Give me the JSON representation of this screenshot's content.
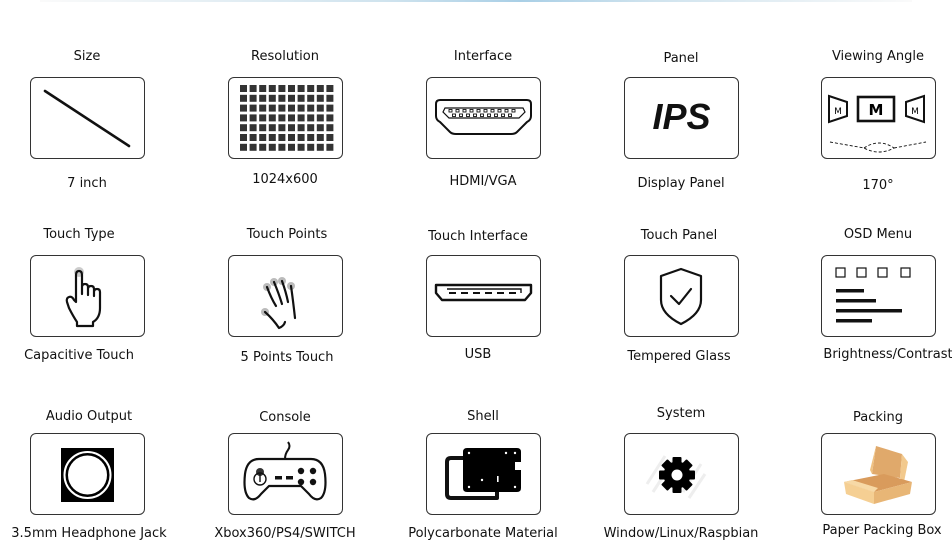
{
  "colors": {
    "border": "#333333",
    "text": "#111111",
    "box_cardboard": "#e8b676",
    "box_cardboard_light": "#f5cf93"
  },
  "specs": [
    {
      "title": "Size",
      "value": "7 inch",
      "icon": "diagonal-line-icon"
    },
    {
      "title": "Resolution",
      "value": "1024x600",
      "icon": "pixel-grid-icon"
    },
    {
      "title": "Interface",
      "value": "HDMI/VGA",
      "icon": "hdmi-port-icon"
    },
    {
      "title": "Panel",
      "value": "Display Panel",
      "icon": "ips-icon",
      "icon_text": "IPS"
    },
    {
      "title": "Viewing Angle",
      "value": "170°",
      "icon": "viewing-angle-icon",
      "icon_text": "M"
    },
    {
      "title": "Touch Type",
      "value": "Capacitive Touch",
      "icon": "finger-touch-icon"
    },
    {
      "title": "Touch Points",
      "value": "5 Points Touch",
      "icon": "hand-multitouch-icon"
    },
    {
      "title": "Touch Interface",
      "value": "USB",
      "icon": "usb-port-icon"
    },
    {
      "title": "Touch Panel",
      "value": "Tempered Glass",
      "icon": "shield-check-icon"
    },
    {
      "title": "OSD Menu",
      "value": "Brightness/Contrast",
      "icon": "osd-menu-icon"
    },
    {
      "title": "Audio Output",
      "value": "3.5mm Headphone Jack",
      "icon": "headphone-jack-icon"
    },
    {
      "title": "Console",
      "value": "Xbox360/PS4/SWITCH",
      "icon": "gamepad-icon"
    },
    {
      "title": "Shell",
      "value": "Polycarbonate Material",
      "icon": "case-shell-icon"
    },
    {
      "title": "System",
      "value": "Window/Linux/Raspbian",
      "icon": "gear-icon"
    },
    {
      "title": "Packing",
      "value": "Paper Packing Box",
      "icon": "cardboard-box-icon"
    }
  ]
}
